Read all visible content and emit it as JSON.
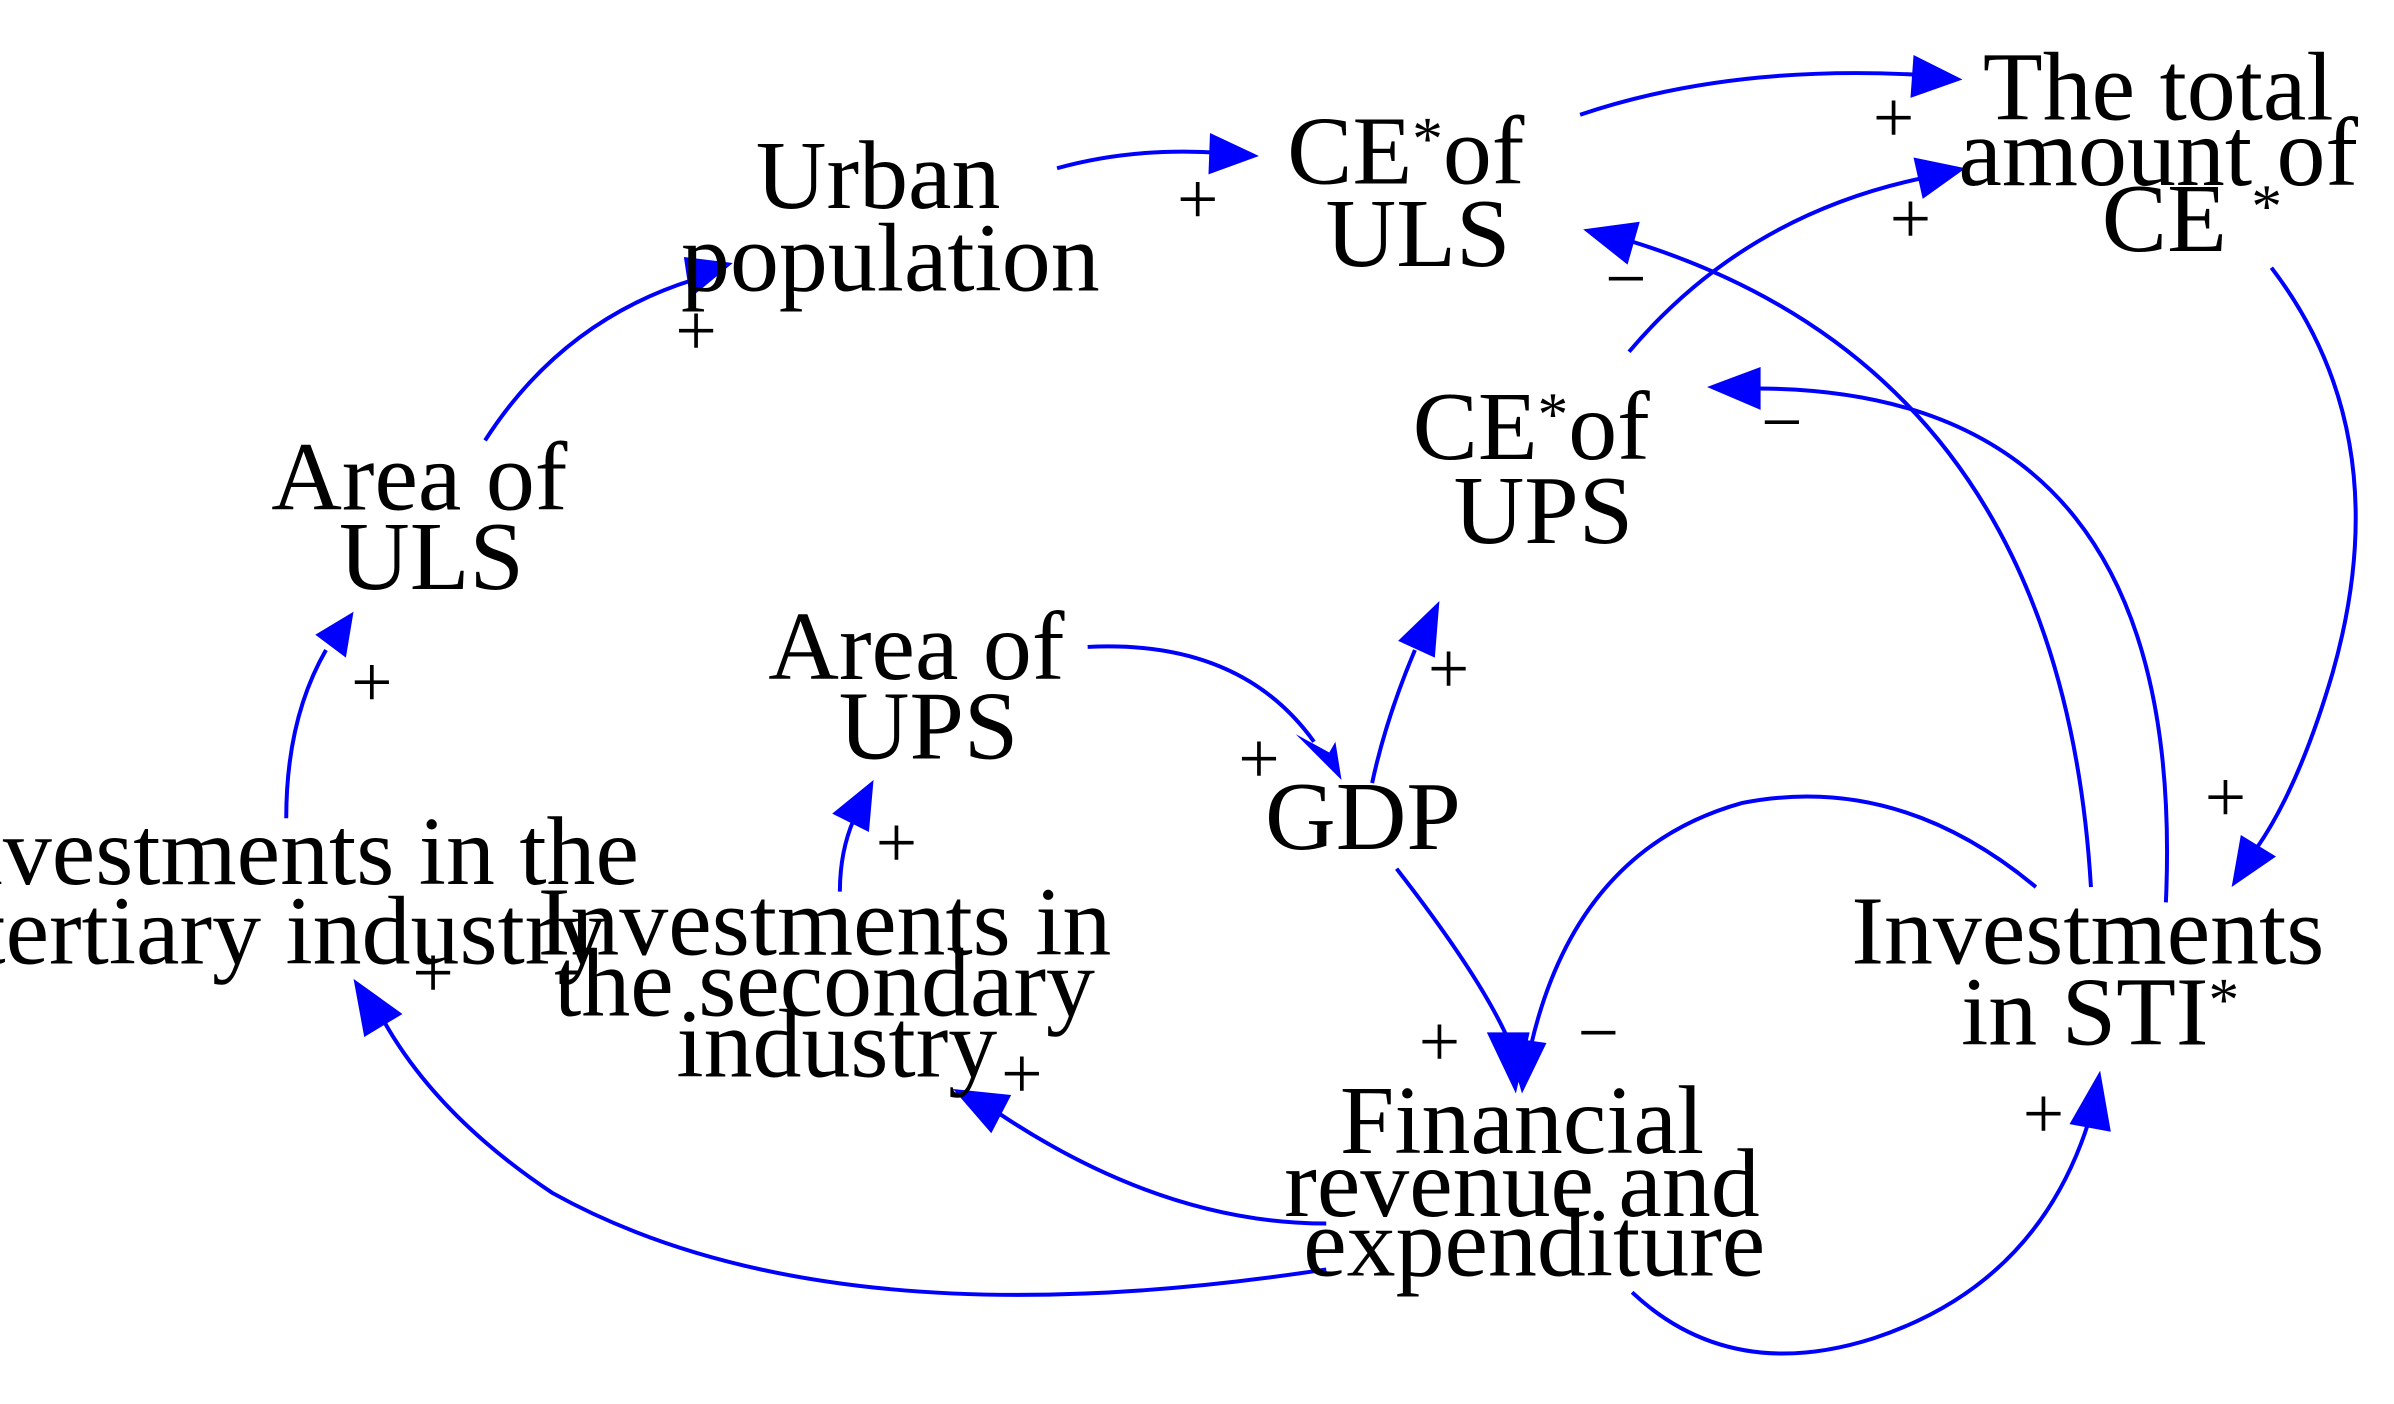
{
  "diagram": {
    "colors": {
      "link": "#0000ff",
      "text": "#000000",
      "background": "#ffffff"
    },
    "nodes": {
      "urban_population": [
        "Urban",
        "population"
      ],
      "ce_uls": {
        "line1_a": "CE",
        "line1_sup": "*",
        "line1_b": "of",
        "line2": "ULS"
      },
      "total_ce": {
        "line1": "The total",
        "line2": "amount of",
        "line3_a": "CE ",
        "line3_sup": "*"
      },
      "area_uls": [
        "Area of",
        "ULS"
      ],
      "ce_ups": {
        "line1_a": "CE",
        "line1_sup": "*",
        "line1_b": "of",
        "line2": "UPS"
      },
      "area_ups": [
        "Area of",
        "UPS"
      ],
      "gdp": "GDP",
      "inv_tertiary": [
        "Investments in the",
        "tertiary industry"
      ],
      "inv_secondary": [
        "Investments in",
        "the secondary",
        "industry"
      ],
      "inv_sti": {
        "line1": "Investments",
        "line2_a": "in STI",
        "line2_sup": "*"
      },
      "financial": [
        "Financial",
        "revenue and",
        "expenditure"
      ]
    },
    "polarities": {
      "pop_to_ce_uls": "+",
      "ce_uls_to_total": "+",
      "ce_ups_to_total": "+",
      "sti_to_ce_uls": "−",
      "sti_to_ce_ups": "−",
      "area_uls_to_pop": "+",
      "tertiary_to_area_uls": "+",
      "secondary_to_area_ups": "+",
      "area_ups_to_gdp": "+",
      "gdp_to_ce_ups": "+",
      "total_to_sti": "+",
      "gdp_to_financial": "+",
      "sti_to_financial": "−",
      "financial_to_tertiary": "+",
      "financial_to_secondary": "+",
      "financial_to_sti": "+"
    }
  }
}
